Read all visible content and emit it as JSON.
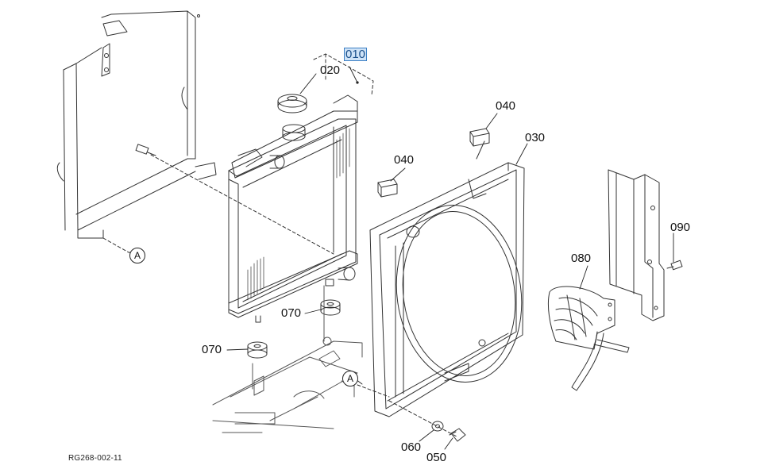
{
  "diagram": {
    "drawing_id": "RG268-002-11",
    "selected_part": "010",
    "labels": {
      "p010": "010",
      "p020": "020",
      "p030": "030",
      "p040a": "040",
      "p040b": "040",
      "p050": "050",
      "p060": "060",
      "p070a": "070",
      "p070b": "070",
      "p080": "080",
      "p090": "090",
      "refA1": "A",
      "refA2": "A"
    }
  }
}
